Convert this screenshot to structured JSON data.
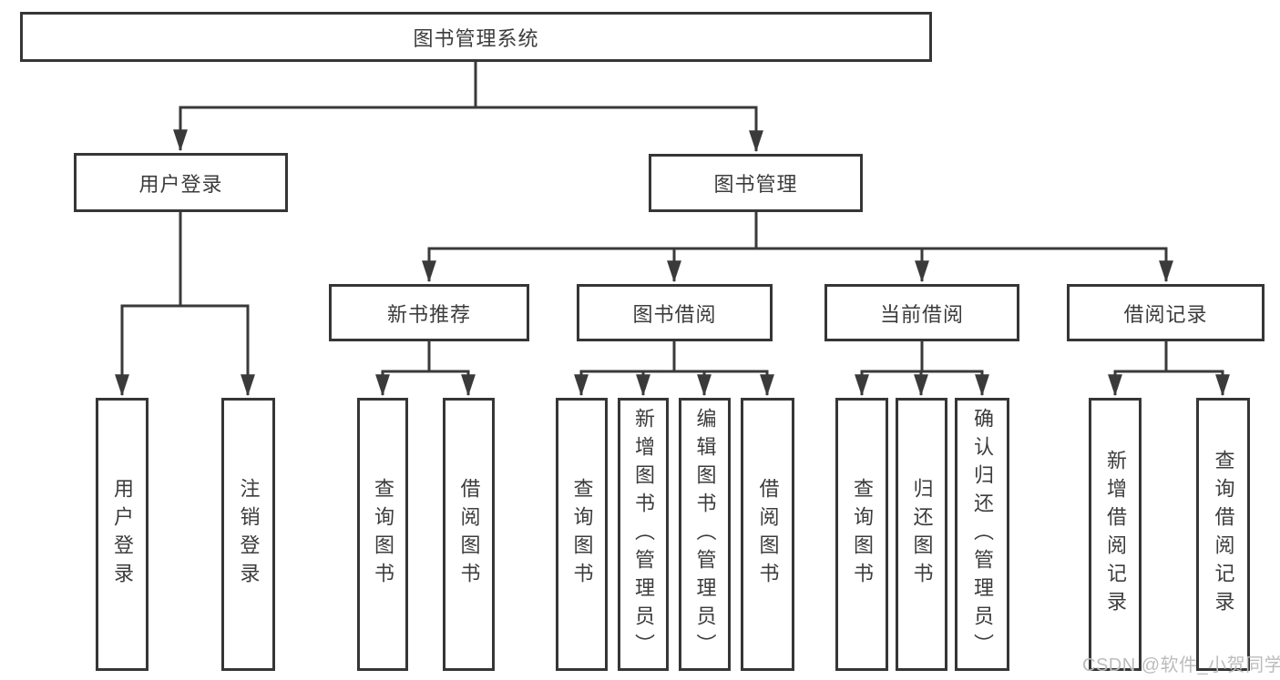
{
  "title_node": "图书管理系统",
  "level2": {
    "user_login": "用户登录",
    "book_management": "图书管理"
  },
  "level3": {
    "new_book_recommend": "新书推荐",
    "book_borrowing": "图书借阅",
    "current_borrowing": "当前借阅",
    "borrow_records": "借阅记录"
  },
  "leaves": {
    "user_login_children": [
      "用户登录",
      "注销登录"
    ],
    "new_book_children": [
      "查询图书",
      "借阅图书"
    ],
    "book_borrowing_children": [
      "查询图书",
      "新增图书（管理员）",
      "编辑图书（管理员）",
      "借阅图书"
    ],
    "current_borrowing_children": [
      "查询图书",
      "归还图书",
      "确认归还（管理员）"
    ],
    "borrow_records_children": [
      "新增借阅记录",
      "查询借阅记录"
    ]
  },
  "watermark": "CSDN @软件_小贺同学",
  "colors": {
    "line": "#3a3a3a",
    "box_border": "#363636",
    "text": "#3c3c3c",
    "watermark": "#bcbcbc",
    "background": "#ffffff"
  }
}
